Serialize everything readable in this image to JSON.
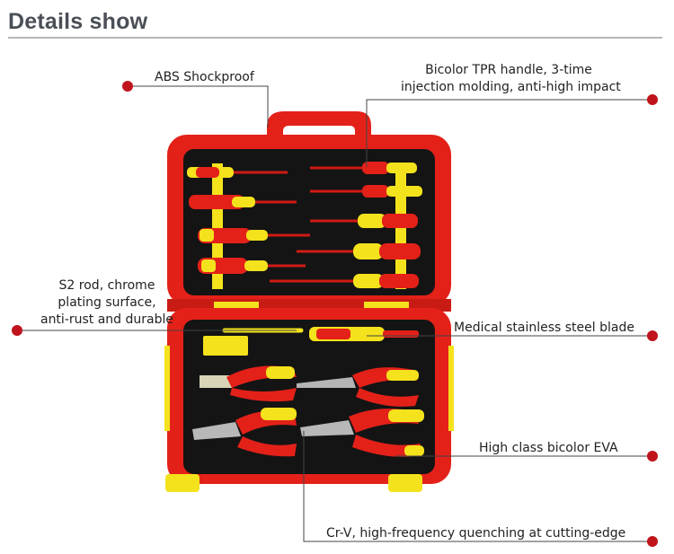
{
  "header": {
    "title": "Details show"
  },
  "callouts": {
    "abs": "ABS Shockproof",
    "tpr_line1": "Bicolor TPR handle, 3-time",
    "tpr_line2": "injection molding, anti-high impact",
    "s2_line1": "S2 rod, chrome",
    "s2_line2": "plating surface,",
    "s2_line3": "anti-rust and durable",
    "blade": "Medical stainless steel blade",
    "eva": "High class bicolor EVA",
    "crv": "Cr-V, high-frequency quenching at cutting-edge"
  },
  "colors": {
    "case_red": "#e32119",
    "handle_yellow": "#f4e21c",
    "foam_black": "#141414",
    "dot_red": "#c0141c"
  }
}
